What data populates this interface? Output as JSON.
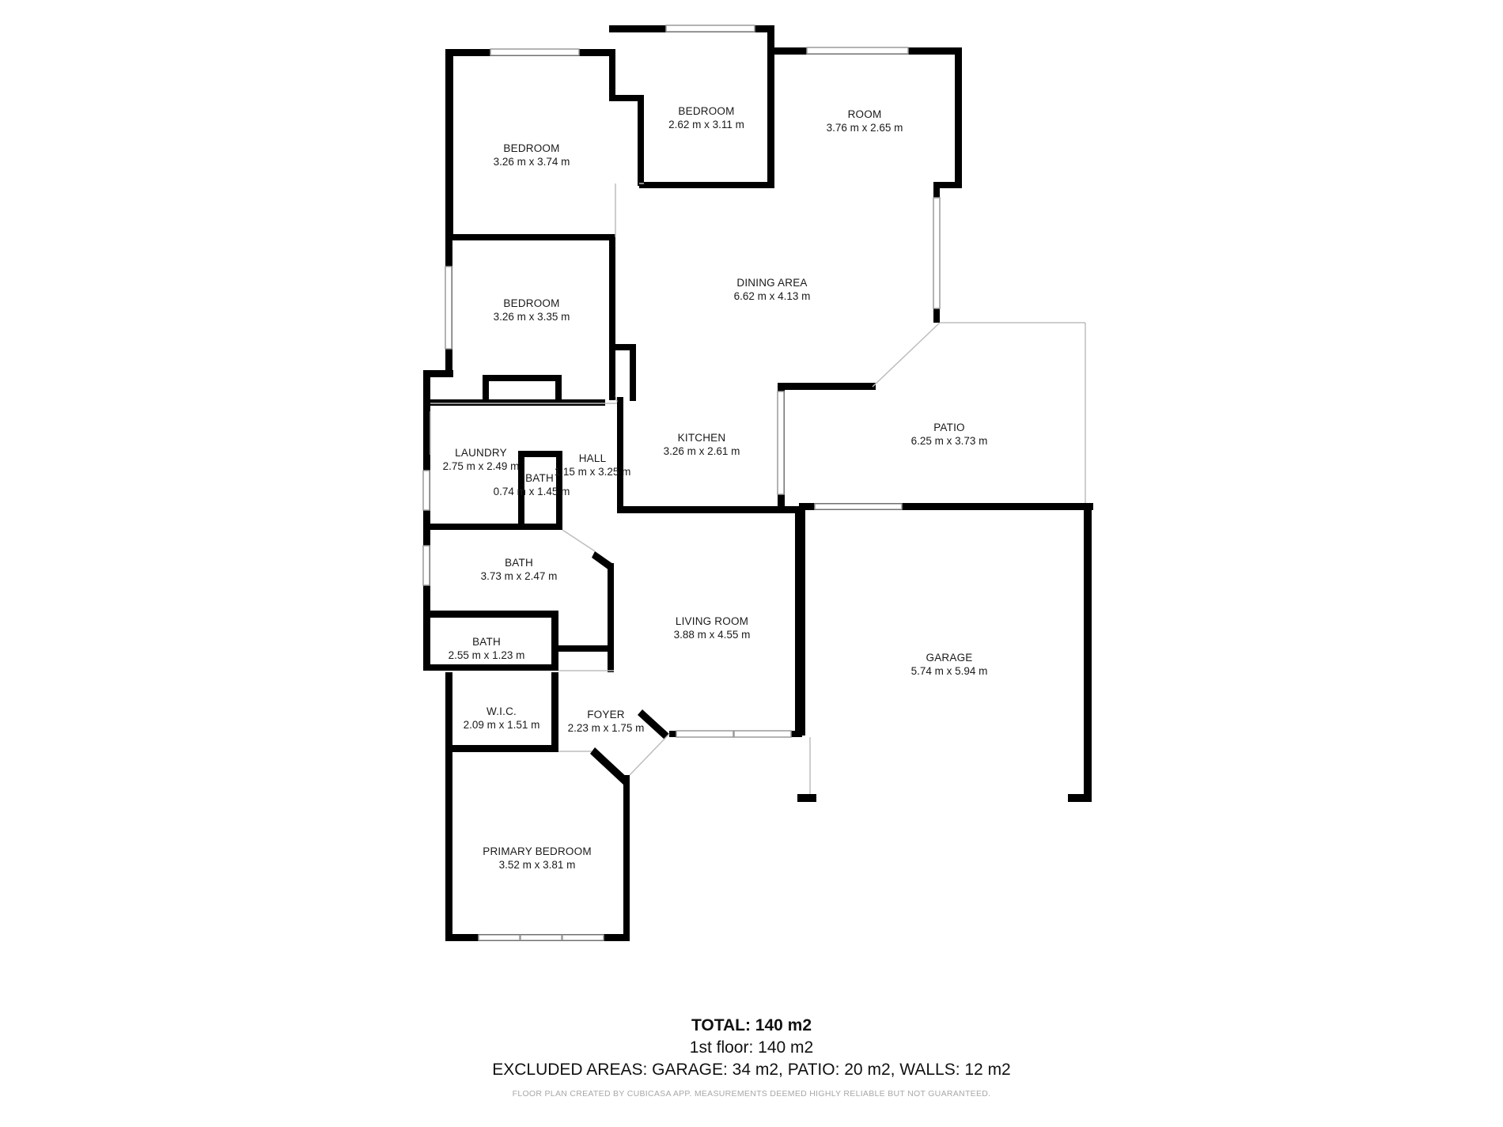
{
  "rooms": [
    {
      "id": "bedroom-nw",
      "name": "BEDROOM",
      "dims": "3.26 m x 3.74 m"
    },
    {
      "id": "bedroom-n",
      "name": "BEDROOM",
      "dims": "2.62 m x 3.11 m"
    },
    {
      "id": "room",
      "name": "ROOM",
      "dims": "3.76 m x 2.65 m"
    },
    {
      "id": "bedroom-w",
      "name": "BEDROOM",
      "dims": "3.26 m x 3.35 m"
    },
    {
      "id": "dining-area",
      "name": "DINING AREA",
      "dims": "6.62 m x 4.13 m"
    },
    {
      "id": "kitchen",
      "name": "KITCHEN",
      "dims": "3.26 m x 2.61 m"
    },
    {
      "id": "patio",
      "name": "PATIO",
      "dims": "6.25 m x 3.73 m"
    },
    {
      "id": "laundry",
      "name": "LAUNDRY",
      "dims": "2.75 m x 2.49 m"
    },
    {
      "id": "hall",
      "name": "HALL",
      "dims": "1.15 m x 3.25 m"
    },
    {
      "id": "bath-small",
      "name": "BATH",
      "dims": "0.74 m x 1.45 m"
    },
    {
      "id": "bath-main",
      "name": "BATH",
      "dims": "3.73 m x 2.47 m"
    },
    {
      "id": "living-room",
      "name": "LIVING ROOM",
      "dims": "3.88 m x 4.55 m"
    },
    {
      "id": "garage",
      "name": "GARAGE",
      "dims": "5.74 m x 5.94 m"
    },
    {
      "id": "bath-ensuite",
      "name": "BATH",
      "dims": "2.55 m x 1.23 m"
    },
    {
      "id": "wic",
      "name": "W.I.C.",
      "dims": "2.09 m x 1.51 m"
    },
    {
      "id": "foyer",
      "name": "FOYER",
      "dims": "2.23 m x 1.75 m"
    },
    {
      "id": "primary-bedroom",
      "name": "PRIMARY BEDROOM",
      "dims": "3.52 m x 3.81 m"
    }
  ],
  "summary": {
    "total": "TOTAL: 140 m2",
    "floor": "1st floor: 140 m2",
    "excluded": "EXCLUDED AREAS: GARAGE: 34 m2, PATIO: 20 m2, WALLS: 12 m2",
    "disclaimer": "FLOOR PLAN CREATED BY CUBICASA APP. MEASUREMENTS DEEMED HIGHLY RELIABLE BUT NOT GUARANTEED."
  }
}
